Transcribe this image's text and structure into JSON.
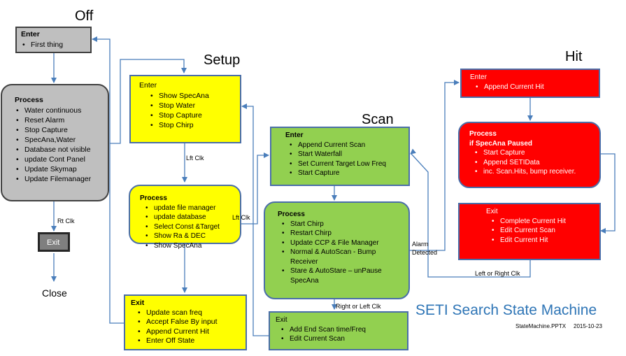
{
  "diagram": {
    "title": "SETI Search State Machine",
    "file_name": "StateMachine.PPTX",
    "date": "2015-10-23",
    "states": {
      "off": {
        "title": "Off",
        "enter": {
          "heading": "Enter",
          "items": [
            "First thing"
          ]
        },
        "process": {
          "heading": "Process",
          "items": [
            "Water continuous",
            "Reset Alarm",
            "Stop Capture",
            "SpecAna,Water",
            "Database not visible",
            "update Cont Panel",
            "Update Skymap",
            "Update Filemanager"
          ]
        },
        "exit": {
          "heading": "Exit"
        },
        "close_label": "Close"
      },
      "setup": {
        "title": "Setup",
        "enter": {
          "heading": "Enter",
          "items": [
            "Show SpecAna",
            "Stop Water",
            "Stop Capture",
            "Stop Chirp"
          ]
        },
        "process": {
          "heading": "Process",
          "items": [
            "update file manager",
            "update database",
            "Select  Const &Target",
            "Show Ra & DEC",
            "Show SpecAna"
          ]
        },
        "exit": {
          "heading": "Exit",
          "items": [
            "Update scan freq",
            "Accept  False By input",
            "Append Current Hit",
            "Enter Off State"
          ]
        }
      },
      "scan": {
        "title": "Scan",
        "enter": {
          "heading": "Enter",
          "items": [
            "Append Current Scan",
            "Start Waterfall",
            "Set Current Target Low Freq",
            "Start Capture"
          ]
        },
        "process": {
          "heading": "Process",
          "items": [
            "Start Chirp",
            "Restart Chirp",
            "Update CCP & File Manager",
            "Normal & AutoScan - Bump Receiver",
            "Stare & AutoStare – unPause SpecAna"
          ]
        },
        "exit": {
          "heading": "Exit",
          "items": [
            "Add End Scan time/Freq",
            "Edit Current Scan"
          ]
        }
      },
      "hit": {
        "title": "Hit",
        "enter": {
          "heading": "Enter",
          "items": [
            "Append Current Hit"
          ]
        },
        "process": {
          "heading": "Process",
          "subheading": "if SpecAna Paused",
          "items": [
            "Start Capture",
            "Append SETIData",
            "inc. Scan.Hits, bump receiver."
          ]
        },
        "exit": {
          "heading": "Exit",
          "items": [
            "Complete Current Hit",
            "Edit Current Scan",
            "Edit Current Hit"
          ]
        }
      }
    },
    "transitions": {
      "rt_clk": "Rt Clk",
      "lft_clk_setup": "Lft Clk",
      "lft_clk_to_scan": "Lft Clk",
      "alarm_detected": "Alarm Detected",
      "right_or_left_clk": "Right or Left Clk",
      "left_or_right_clk": "Left or Right Clk"
    },
    "colors": {
      "off": "#bfbfbf",
      "setup": "#ffff00",
      "scan": "#92d050",
      "hit": "#ff0000",
      "connector": "#4a7ebb",
      "title_blue": "#2e75b6"
    }
  }
}
